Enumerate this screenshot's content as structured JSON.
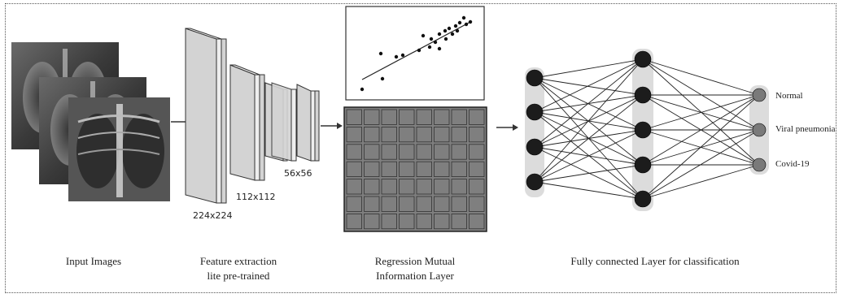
{
  "captions": {
    "input": "Input Images",
    "feature": "Feature extraction\nlite pre-trained",
    "regression": "Regression Mutual\nInformation Layer",
    "fc": "Fully connected Layer for classification"
  },
  "dimensions": [
    "224x224",
    "112x112",
    "56x56"
  ],
  "classes": [
    "Normal",
    "Viral pneumonia",
    "Covid-19"
  ],
  "colors": {
    "block": "#d3d3d3",
    "node_dark": "#1c1c1c",
    "node_out": "#7a7a7a",
    "grid": "#7f7f7f",
    "layer_band": "#dcdcdc"
  },
  "network": {
    "input_nodes": 4,
    "hidden_nodes": 5,
    "output_nodes": 3
  }
}
